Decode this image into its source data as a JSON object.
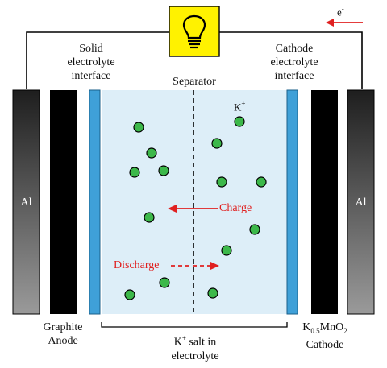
{
  "labels": {
    "sei_line1": "Solid",
    "sei_line2": "electrolyte",
    "sei_line3": "interface",
    "separator": "Separator",
    "cei_line1": "Cathode",
    "cei_line2": "electrolyte",
    "cei_line3": "interface",
    "electron": "e",
    "electron_sup": "-",
    "ion_k": "K",
    "ion_sup": "+",
    "al_left": "Al",
    "al_right": "Al",
    "charge": "Charge",
    "discharge": "Discharge",
    "anode_line1": "Graphite",
    "anode_line2": "Anode",
    "salt_k": "K",
    "salt_sup": "+",
    "salt_rest": " salt in",
    "salt_line2": "electrolyte",
    "cathode_pre": "K",
    "cathode_sub1": "0.5",
    "cathode_mid": "MnO",
    "cathode_sub2": "2",
    "cathode_line2": "Cathode"
  },
  "colors": {
    "electrolyte": "#ddeef8",
    "interface": "#3fa0d8",
    "ion": "#3cb84a",
    "arrow": "#e02020",
    "bulb_box": "#fff200",
    "current_collector": "#505050",
    "electrode": "#000000"
  },
  "icons": {
    "bulb": "lightbulb-icon"
  }
}
